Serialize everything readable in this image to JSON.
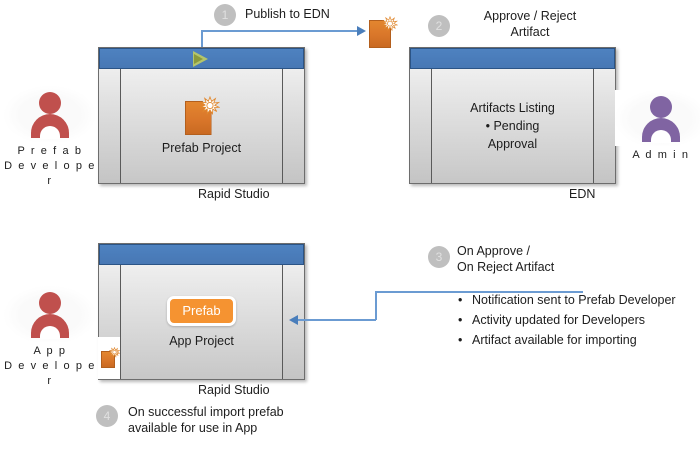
{
  "diagram": {
    "title": "Prefab publish and import workflow",
    "colors": {
      "titlebar_blue": "#4a7cba",
      "connector_blue": "#6b9bd2",
      "artifact_orange": "#d9762a",
      "prefab_chip_orange": "#f59331",
      "actor_red": "#c0504d",
      "actor_purple": "#8064a2",
      "badge_gray": "#bfbfbf",
      "play_green": "#b4c56b"
    }
  },
  "actors": [
    {
      "id": "prefab-developer",
      "label": "P r e f a b\nD e v e l o p e r",
      "color": "#c0504d"
    },
    {
      "id": "admin",
      "label": "A d m i n",
      "color": "#8064a2"
    },
    {
      "id": "app-developer",
      "label": "A p p\nD e v e l o p e r",
      "color": "#c0504d"
    }
  ],
  "windows": {
    "prefab_studio": {
      "caption": "Rapid Studio",
      "content_label": "Prefab Project",
      "icon": "artifact-icon",
      "titlebar_icon": "play-triangle-icon"
    },
    "edn": {
      "caption": "EDN",
      "content_lines": "Artifacts Listing\n•   Pending\nApproval"
    },
    "app_studio": {
      "caption": "Rapid Studio",
      "content_label": "App  Project",
      "chip_label": "Prefab",
      "sidebar_icon": "artifact-icon"
    }
  },
  "steps": [
    {
      "number": "1",
      "label": "Publish to EDN"
    },
    {
      "number": "2",
      "label": "Approve / Reject\nArtifact"
    },
    {
      "number": "3",
      "label": "On Approve /\nOn Reject Artifact"
    },
    {
      "number": "4",
      "label": "On successful import prefab\navailable for use in App"
    }
  ],
  "outcomes": {
    "bullet": "•",
    "items": [
      "Notification sent to Prefab Developer",
      "Activity updated for Developers",
      "Artifact available for importing"
    ]
  },
  "published_artifact": {
    "name": "artifact-icon"
  }
}
